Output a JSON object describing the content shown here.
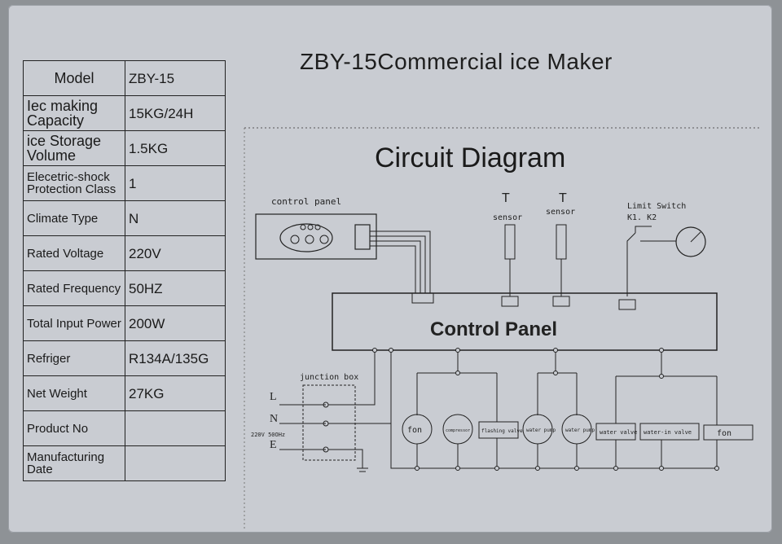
{
  "title": "ZBY-15Commercial ice Maker",
  "specs": [
    {
      "label": "Model",
      "value": "ZBY-15"
    },
    {
      "label": "Iec making Capacity",
      "value": "15KG/24H"
    },
    {
      "label": "ice Storage Volume",
      "value": "1.5KG"
    },
    {
      "label": "Elecetric-shock Protection Class",
      "value": "1"
    },
    {
      "label": "Climate Type",
      "value": "N"
    },
    {
      "label": "Rated Voltage",
      "value": "220V"
    },
    {
      "label": "Rated Frequency",
      "value": "50HZ"
    },
    {
      "label": "Total Input Power",
      "value": "200W"
    },
    {
      "label": "Refriger",
      "value": "R134A/135G"
    },
    {
      "label": "Net Weight",
      "value": "27KG"
    },
    {
      "label": "Product No",
      "value": ""
    },
    {
      "label": "Manufacturing Date",
      "value": ""
    }
  ],
  "diagram": {
    "title": "Circuit Diagram",
    "control_panel_small_label": "control panel",
    "control_panel_main_label": "Control Panel",
    "sensor_labels": [
      "sensor",
      "sensor"
    ],
    "sensor_symbol": "T",
    "limit_switch_label": "Limit Switch",
    "limit_switch_sub": "K1. K2",
    "junction_box_label": "junction box",
    "supply_terminals": [
      "L",
      "N",
      "E"
    ],
    "supply_label": "220V 50OHz",
    "loads": [
      "fon",
      "compressor",
      "flashing valve",
      "water pump",
      "water pump",
      "water valve",
      "water-in valve",
      "fon"
    ]
  }
}
